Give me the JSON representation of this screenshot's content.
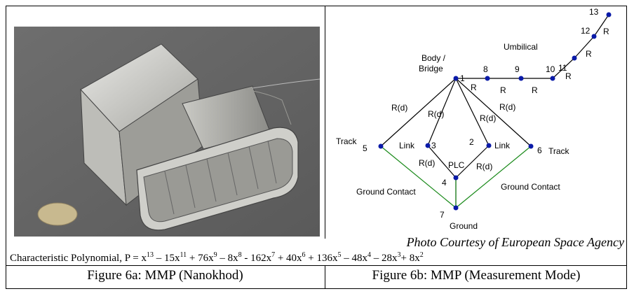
{
  "figure_a": {
    "caption": "Figure 6a: MMP (Nanokhod)"
  },
  "figure_b": {
    "caption": "Figure 6b: MMP (Measurement Mode)",
    "credit": "Photo Courtesy of  European Space Agency",
    "labels": {
      "body_bridge_1": "Body /",
      "body_bridge_2": "Bridge",
      "umbilical": "Umbilical",
      "track": "Track",
      "link": "Link",
      "plc": "PLC",
      "ground_contact": "Ground Contact",
      "ground": "Ground",
      "r": "R",
      "rd": "R(d)"
    },
    "nodes": [
      "1",
      "2",
      "3",
      "4",
      "5",
      "6",
      "7",
      "8",
      "9",
      "10",
      "11",
      "12",
      "13"
    ]
  },
  "polynomial": {
    "prefix": "Characteristic Polynomial, P = ",
    "terms": [
      {
        "pre": "x",
        "exp": "13"
      },
      {
        "pre": " – 15x",
        "exp": "11"
      },
      {
        "pre": " + 76x",
        "exp": "9"
      },
      {
        "pre": " – 8x",
        "exp": "8"
      },
      {
        "pre": " - 162x",
        "exp": "7"
      },
      {
        "pre": " + 40x",
        "exp": "6"
      },
      {
        "pre": " + 136x",
        "exp": "5"
      },
      {
        "pre": " – 48x",
        "exp": "4"
      },
      {
        "pre": " – 28x",
        "exp": "3"
      },
      {
        "pre": "+ 8x",
        "exp": "2"
      }
    ]
  },
  "colors": {
    "node": "#0a1aa8",
    "ground_edge": "#1a8a1a",
    "edge": "#000000"
  }
}
